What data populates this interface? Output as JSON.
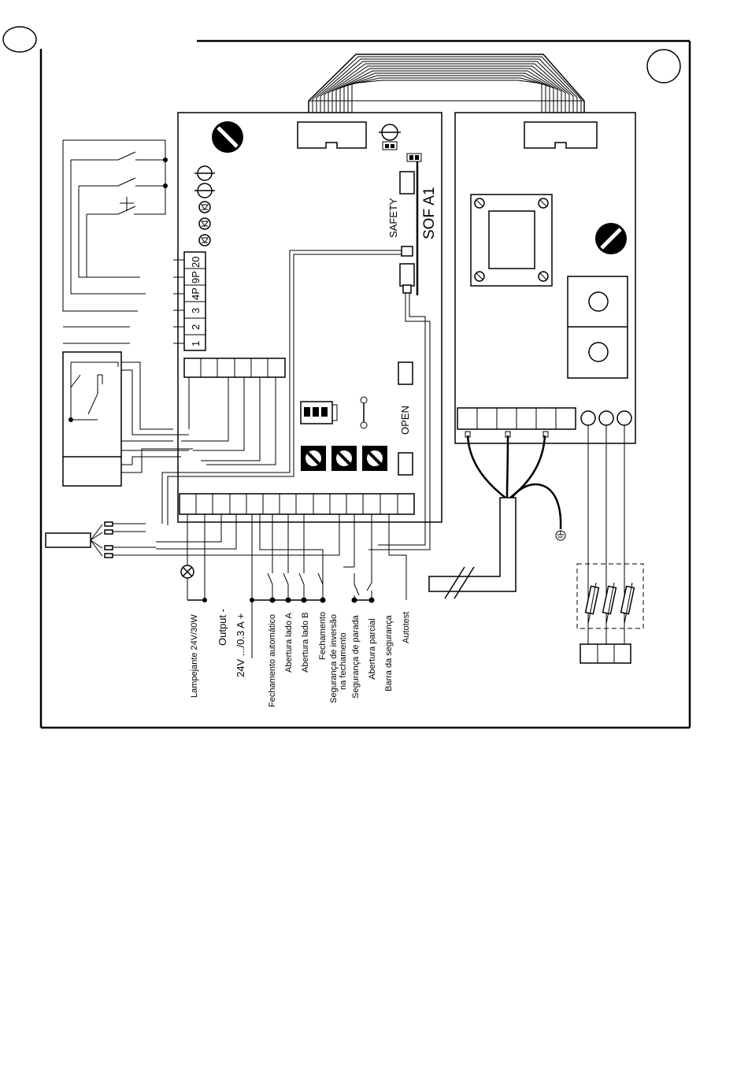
{
  "board_labels": {
    "module": "SOF A1",
    "safety": "SAFETY",
    "open": "OPEN"
  },
  "terminals_left": [
    "1",
    "2",
    "3",
    "4P",
    "9P",
    "20"
  ],
  "bottom_labels": [
    "Lampejante 24V/30W",
    "Output -",
    "24V .../0.3 A +",
    "Fechamento automático",
    "Abertura lado A",
    "Abertura lado B",
    "Fechamento",
    "Segurança de inversão",
    "na fechamento",
    "Segurança de parada",
    "Abertura parcial",
    "Barra da segurança",
    "Autotest"
  ]
}
